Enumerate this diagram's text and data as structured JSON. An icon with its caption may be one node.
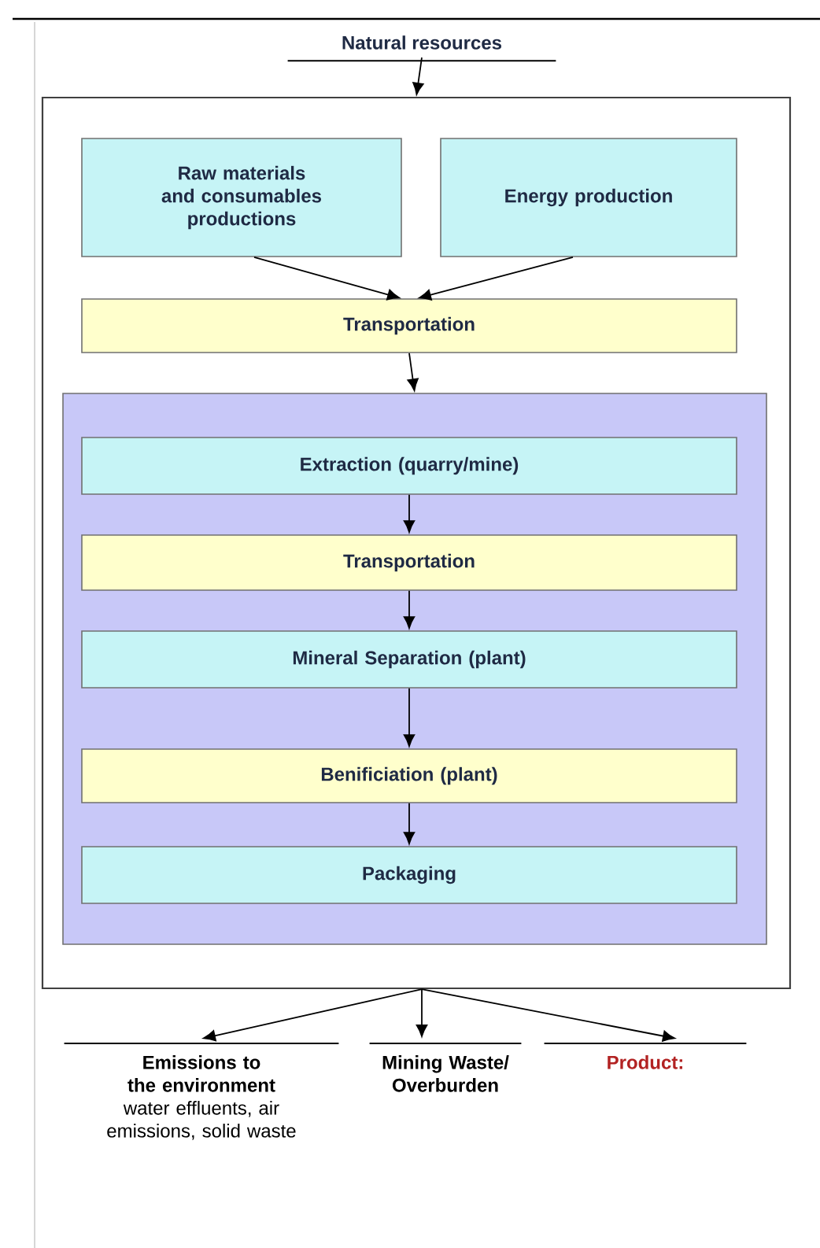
{
  "diagram": {
    "nodes": [
      {
        "text": [
          "Natural resources"
        ]
      },
      {
        "text": [],
        "shape": "box"
      },
      {
        "text": [
          "Raw materials and consumables productions"
        ],
        "in": 1
      },
      {
        "text": [
          "Energy production"
        ],
        "in": 1
      },
      {
        "text": [
          "Transportation"
        ],
        "in": 1
      },
      {
        "text": [],
        "shape": "box",
        "in": 1
      },
      {
        "text": [
          "Extraction (quarry/mine)"
        ],
        "in": 5
      },
      {
        "text": [
          "Transportation"
        ],
        "in": 5
      },
      {
        "text": [
          "Mineral Separation (plant)"
        ],
        "in": 5
      },
      {
        "text": [
          "Benificiation (plant)"
        ],
        "in": 5
      },
      {
        "text": [
          "Packaging"
        ],
        "in": 5
      },
      {
        "text": [
          "Emissions to the environment",
          "water effluents, air emissions, solid waste"
        ]
      },
      {
        "text": [
          "Mining Waste/ Overburden"
        ]
      },
      {
        "text": [
          "Product:"
        ]
      }
    ],
    "edges": [
      {
        "from": 0,
        "to": 1,
        "arrow": "to"
      },
      {
        "from": 2,
        "to": 4,
        "arrow": "to"
      },
      {
        "from": 3,
        "to": 4,
        "arrow": "to"
      },
      {
        "from": 4,
        "to": 5,
        "arrow": "to"
      },
      {
        "from": 6,
        "to": 7,
        "arrow": "to"
      },
      {
        "from": 7,
        "to": 8,
        "arrow": "to"
      },
      {
        "from": 8,
        "to": 9,
        "arrow": "to"
      },
      {
        "from": 9,
        "to": 10,
        "arrow": "to"
      },
      {
        "from": 1,
        "to": 11,
        "arrow": "to"
      },
      {
        "from": 1,
        "to": 12,
        "arrow": "to"
      },
      {
        "from": 1,
        "to": 13,
        "arrow": "to"
      }
    ]
  }
}
